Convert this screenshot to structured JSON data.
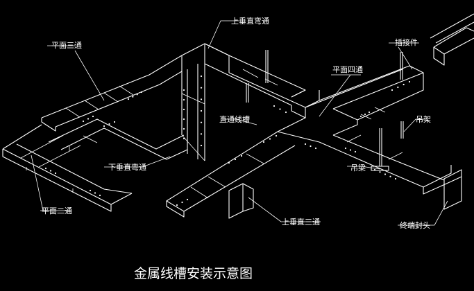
{
  "title": "金属线槽安装示意图",
  "labels": {
    "up_vertical_bend": "上垂直弯通",
    "flat_tee": "平面三通",
    "connector": "插接件",
    "flat_cross": "平面四通",
    "straight_tray": "直通线槽",
    "hanger": "吊架",
    "down_vertical_bend": "下垂直弯通",
    "hanger_beam": "吊梁",
    "flat_elbow": "平面二通",
    "up_vertical_tee": "上垂直三通",
    "end_cap": "终端封头"
  },
  "colors": {
    "background": "#000000",
    "line": "#ffffff"
  }
}
